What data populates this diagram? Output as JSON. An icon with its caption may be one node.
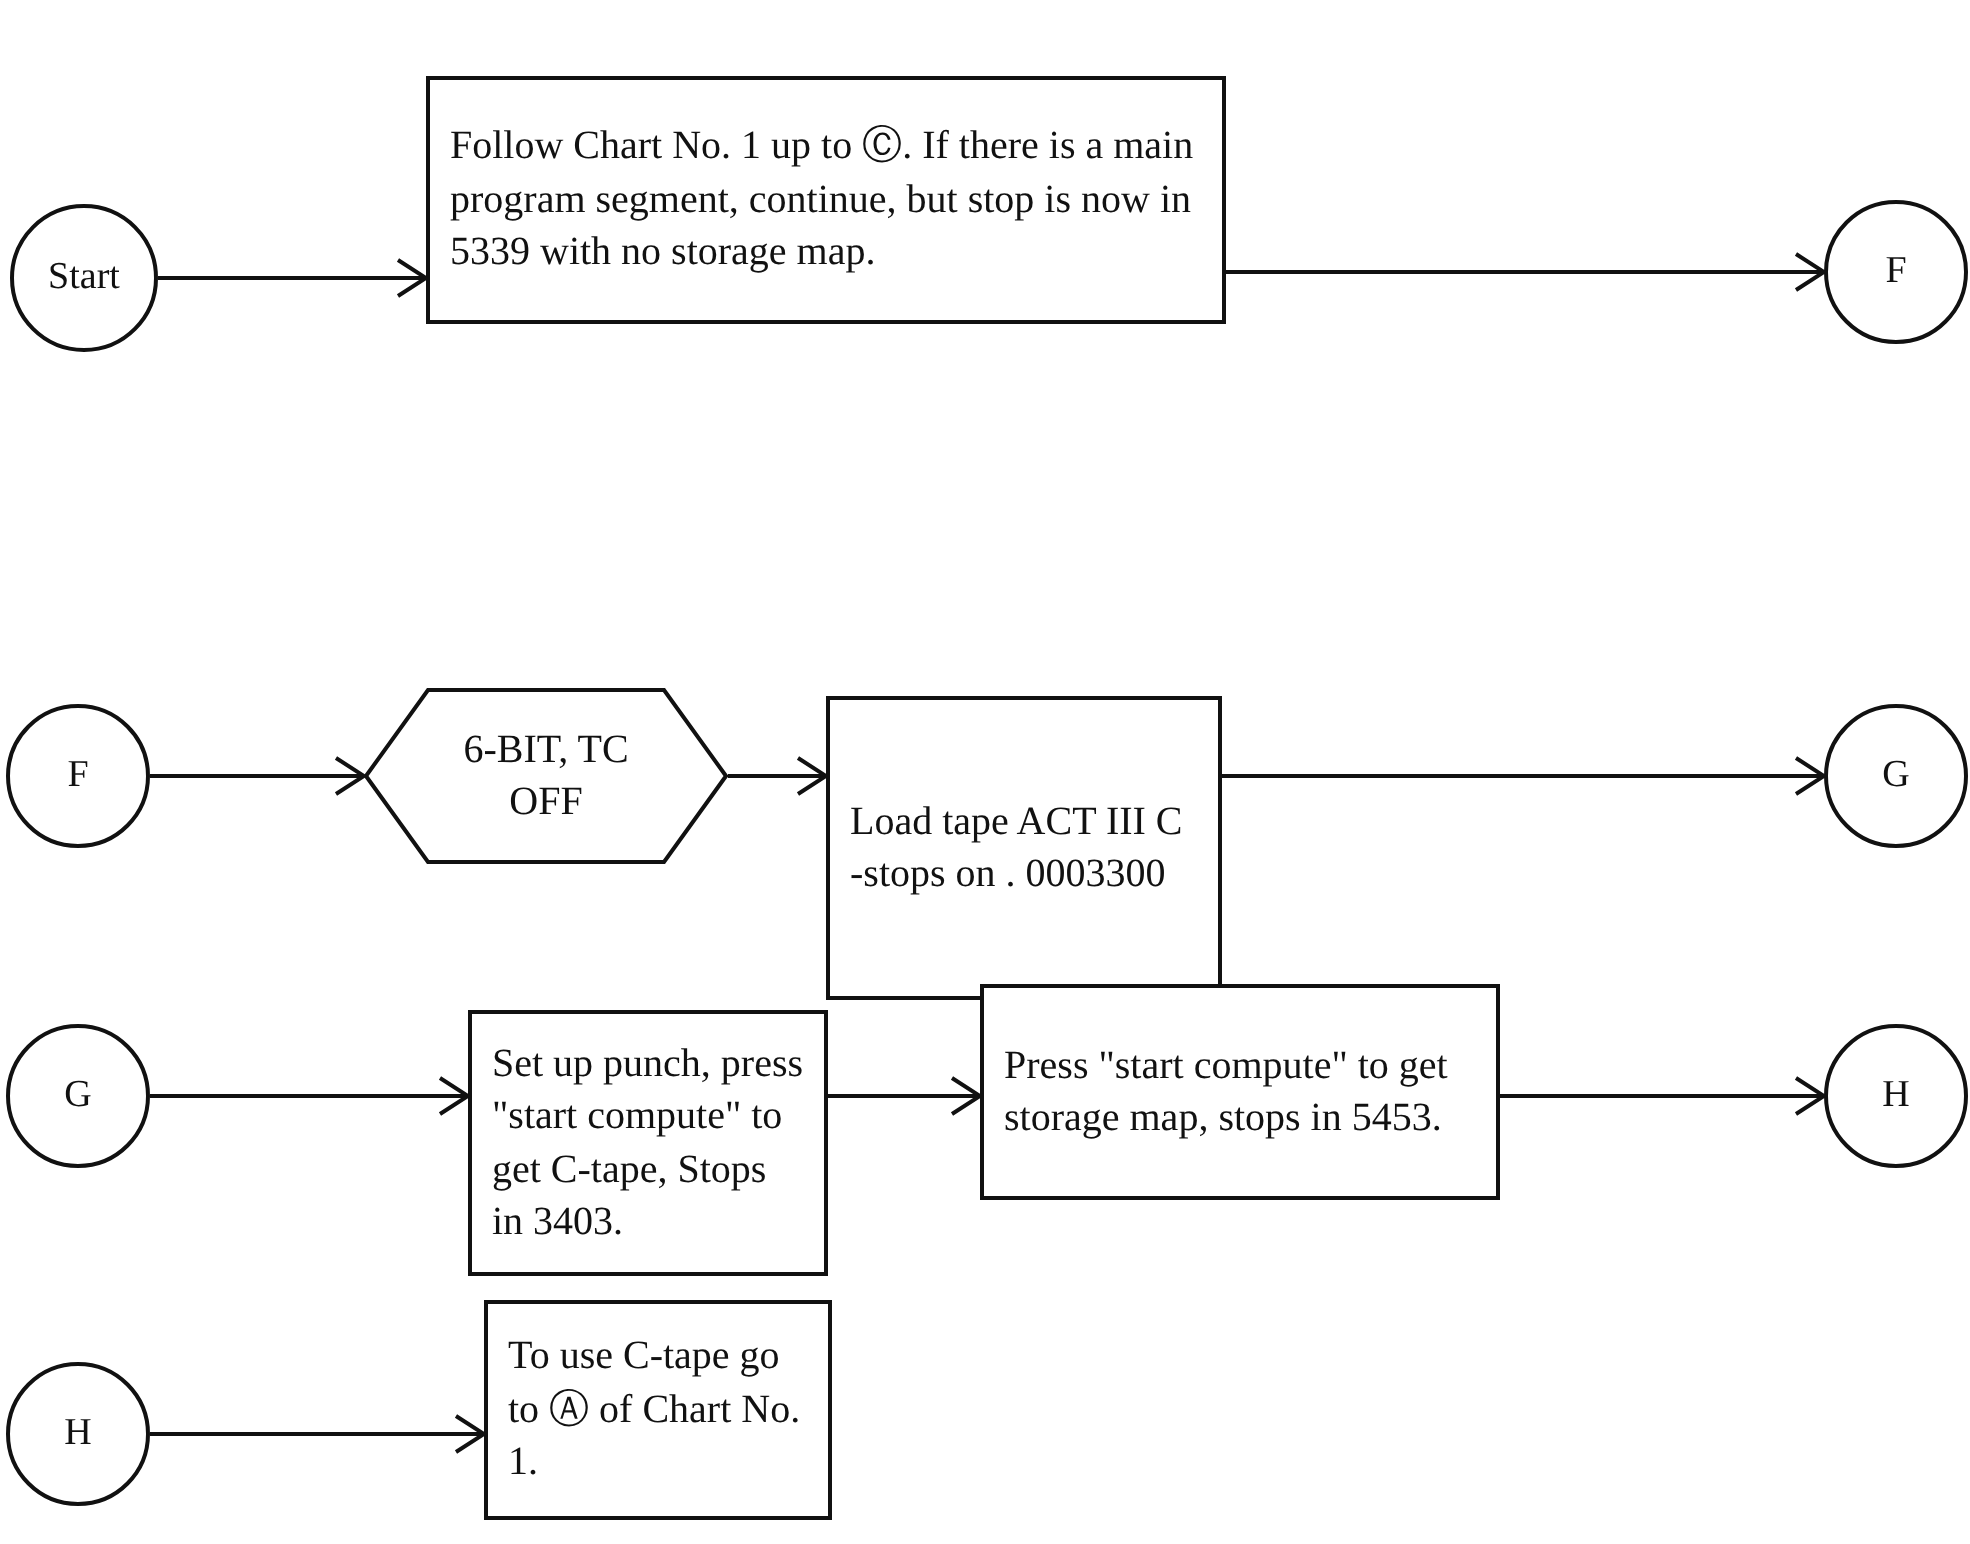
{
  "diagram": {
    "nodes": [
      {
        "text": [
          "Start"
        ]
      },
      {
        "text": [
          "Follow Chart No. 1 up to Ⓒ. If there is a main program segment, continue, but stop is now in 5339 with no storage map."
        ]
      },
      {
        "text": [
          "F"
        ]
      },
      {
        "text": [
          "F"
        ]
      },
      {
        "text": [
          "6-BIT, TC OFF"
        ]
      },
      {
        "text": [
          "Load tape ACT III C -stops on . 0003300"
        ]
      },
      {
        "text": [
          "G"
        ]
      },
      {
        "text": [
          "G"
        ]
      },
      {
        "text": [
          "Set up punch, press \"start compute\" to get C-tape, Stops in 3403."
        ]
      },
      {
        "text": [
          "Press \"start compute\" to get storage map, stops in 5453."
        ]
      },
      {
        "text": [
          "H"
        ]
      },
      {
        "text": [
          "H"
        ]
      },
      {
        "text": [
          "To use C-tape go to Ⓐ of Chart No. 1."
        ]
      }
    ],
    "edges": [
      {
        "from": 0,
        "to": 1,
        "arrow": "to"
      },
      {
        "from": 1,
        "to": 2,
        "arrow": "to"
      },
      {
        "from": 3,
        "to": 4,
        "arrow": "to"
      },
      {
        "from": 4,
        "to": 5,
        "arrow": "to"
      },
      {
        "from": 5,
        "to": 6,
        "arrow": "to"
      },
      {
        "from": 7,
        "to": 8,
        "arrow": "to"
      },
      {
        "from": 8,
        "to": 9,
        "arrow": "to"
      },
      {
        "from": 9,
        "to": 10,
        "arrow": "to"
      },
      {
        "from": 11,
        "to": 12,
        "arrow": "to"
      }
    ]
  }
}
